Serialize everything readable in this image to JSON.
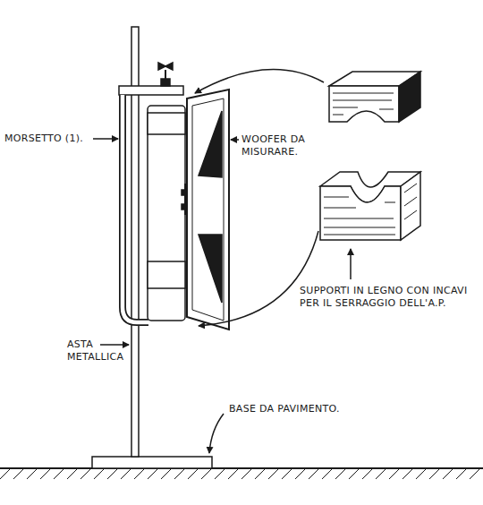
{
  "diagram": {
    "labels": [
      "MORSETTO (1).",
      "WOOFER DA MISURARE.",
      "SUPPORTI IN LEGNO CON INCAVI PER IL SERRAGGIO DELL'A.P.",
      "ASTA METALLICA",
      "BASE DA PAVIMENTO."
    ]
  }
}
